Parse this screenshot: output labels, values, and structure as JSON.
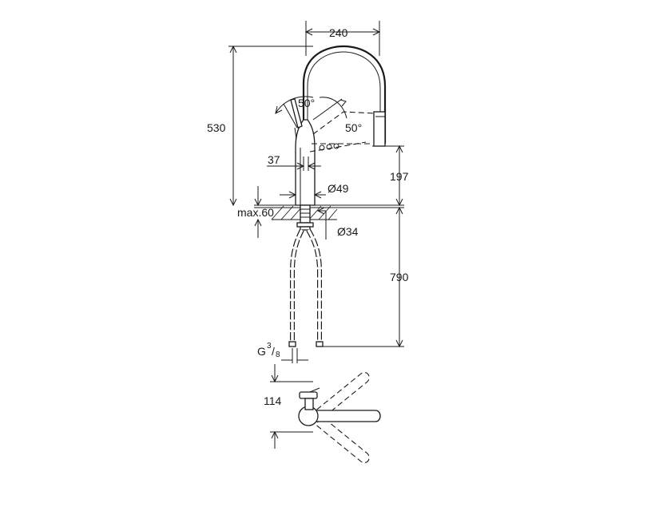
{
  "dimensions": {
    "spout_reach": "240",
    "total_height": "530",
    "handle_angle": "50°",
    "spout_angle": "50°",
    "lever_offset": "37",
    "body_diameter": "Ø49",
    "outlet_height": "197",
    "max_deck_thickness": "max.60",
    "hole_diameter": "Ø34",
    "hose_length": "790",
    "connection_thread": "G",
    "connection_thread_num": "3",
    "connection_thread_den": "8",
    "top_view_offset": "114"
  }
}
